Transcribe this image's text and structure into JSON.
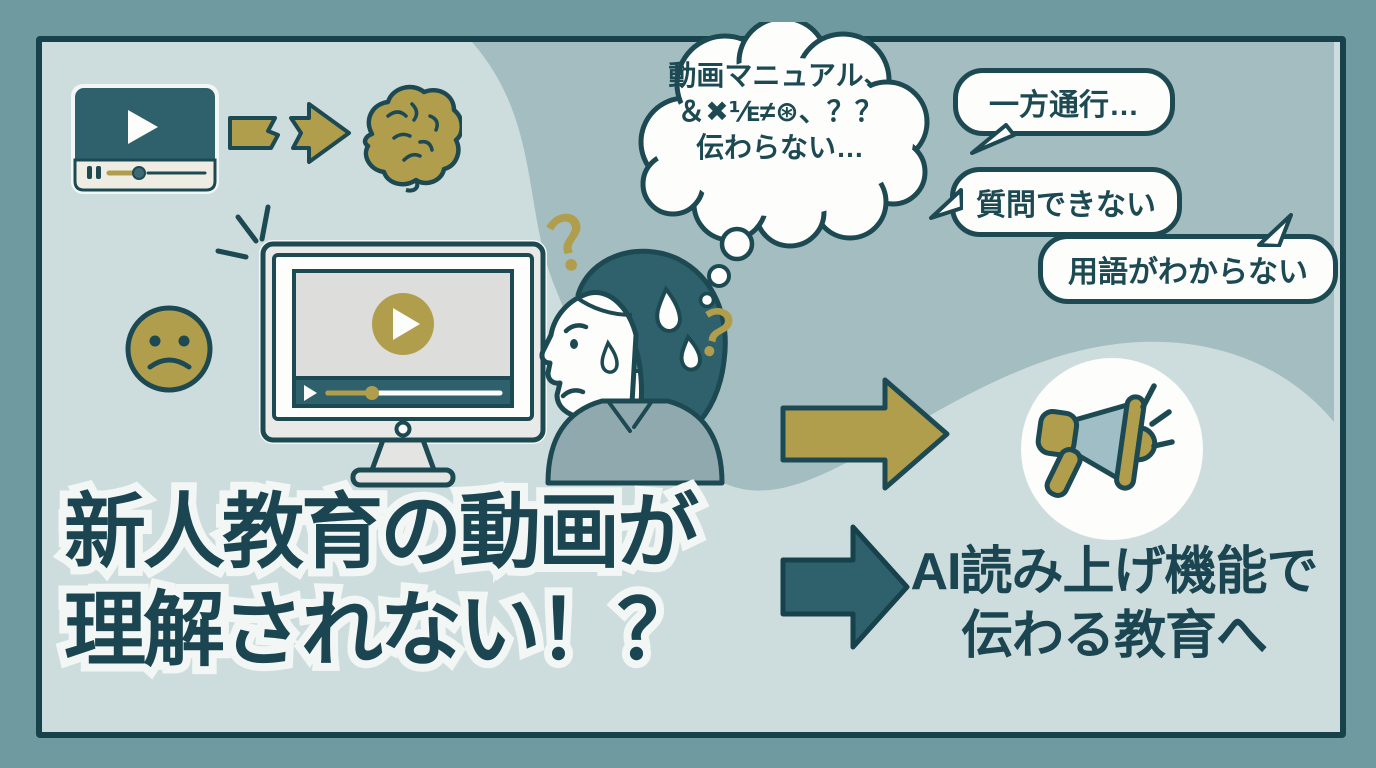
{
  "palette": {
    "outer_bg": "#6f9aa0",
    "frame_border": "#17414b",
    "bg_light": "#cdddde",
    "bg_dark_blob": "#a3bdc1",
    "gold": "#b19e4c",
    "dark_teal": "#1d4a52",
    "teal": "#2e616c",
    "title_color": "#1b4550",
    "white": "#fdfdfb",
    "shirt": "#8fa9ae",
    "cone": "#9fbec6"
  },
  "thought_bubble": {
    "line1": "動画マニュアル、",
    "line2": "＆✖⅟ᴇ≠⊛、？？",
    "line3": "伝わらない…"
  },
  "speech_bubbles": [
    {
      "label": "一方通行…"
    },
    {
      "label": "質問できない"
    },
    {
      "label": "用語がわからない"
    }
  ],
  "question_mark_glyph": "？",
  "title": {
    "line1": "新人教育の動画が",
    "line2": "理解されない！？"
  },
  "solution": {
    "line1": "AI読み上げ機能で",
    "line2": "伝わる教育へ"
  },
  "icons": {
    "video_player": "video-player-icon",
    "broken_arrow": "broken-arrow-icon",
    "brain": "brain-icon",
    "sad_face": "sad-face-icon",
    "monitor": "monitor-video-icon",
    "person": "confused-person",
    "megaphone": "megaphone-icon",
    "arrow_gold": "gold-right-arrow-icon",
    "arrow_teal": "teal-right-arrow-icon"
  }
}
